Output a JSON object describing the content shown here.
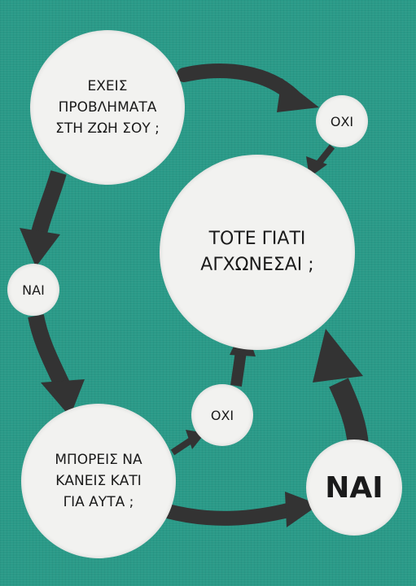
{
  "nodes": {
    "question_problems": "ΕΧΕΙΣ\nΠΡΟΒΛΗΜΑΤΑ\nΣΤΗ ΖΩΗ ΣΟΥ ;",
    "answer_no_top": "ΟΧΙ",
    "conclusion": "ΤΟΤΕ ΓΙΑΤΙ\nΑΓΧΩΝΕΣΑΙ ;",
    "answer_yes_left": "ΝΑΙ",
    "answer_no_bottom": "ΟΧΙ",
    "question_can_do": "ΜΠΟΡΕΙΣ ΝΑ\nΚΑΝΕΙΣ ΚΑΤΙ\nΓΙΑ ΑΥΤΑ ;",
    "answer_yes_bottom": "ΝΑΙ"
  },
  "colors": {
    "background": "#2a9a88",
    "node_fill": "#f2f2f0",
    "arrow": "#333333"
  }
}
